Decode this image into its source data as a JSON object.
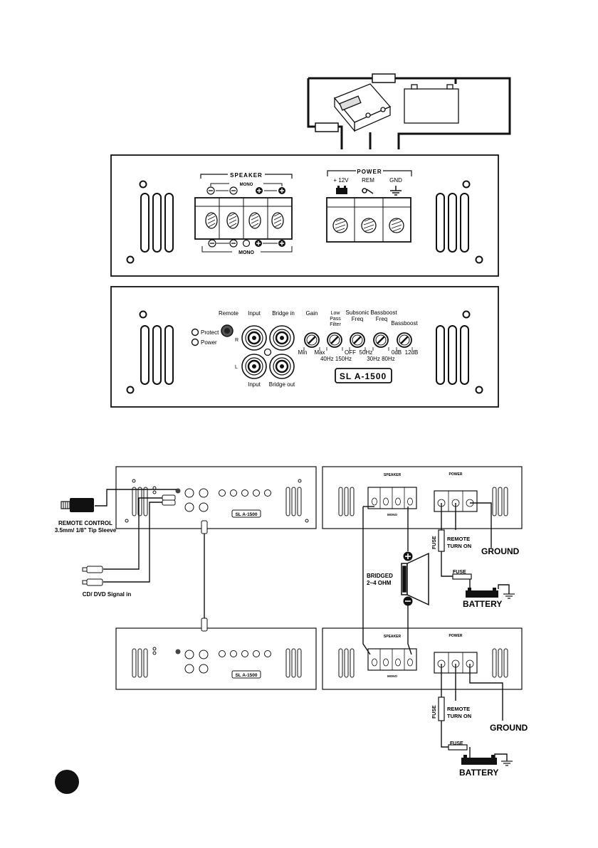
{
  "top_panel": {
    "speaker_title": "SPEAKER",
    "mono_top": "MONO",
    "mono_bottom": "MONO",
    "power_title": "POWER",
    "plus12": "+ 12V",
    "rem": "REM",
    "gnd": "GND"
  },
  "front_panel": {
    "protect": "Protect",
    "power": "Power",
    "remote": "Remote",
    "input_top": "Input",
    "bridge_in": "Bridge in",
    "r_label": "R",
    "l_label": "L",
    "input_bottom": "Input",
    "bridge_out": "Bridge out",
    "gain": "Gain",
    "gain_min": "Min",
    "gain_max": "Max",
    "lpf_line1": "Low",
    "lpf_line2": "Pass",
    "lpf_line3": "Filter",
    "lpf_range": "40Hz 150Hz",
    "subsonic_line1": "Subsonic",
    "subsonic_line2": "Freq",
    "subsonic_off": "OFF",
    "subsonic_50": "50Hz",
    "bassfreq_line1": "Bassboost",
    "bassfreq_line2": "Freq",
    "bassfreq_range": "30Hz 80Hz",
    "bassboost": "Bassboost",
    "bassboost_0": "0dB",
    "bassboost_12": "12dB",
    "model": "SL A-1500"
  },
  "wiring": {
    "remote_control_line1": "REMOTE CONTROL",
    "remote_control_line2": "3.5mm/ 1/8\" Tip Sleeve",
    "cd_dvd": "CD/ DVD Signal in",
    "bridged_line1": "BRIDGED",
    "bridged_line2": "2~4 OHM",
    "fuse_v1": "FUSE",
    "remote_turn_on1_line1": "REMOTE",
    "remote_turn_on1_line2": "TURN ON",
    "ground1": "GROUND",
    "fuse_h1": "FUSE",
    "battery1": "BATTERY",
    "fuse_v2": "FUSE",
    "remote_turn_on2_line1": "REMOTE",
    "remote_turn_on2_line2": "TURN ON",
    "ground2": "GROUND",
    "fuse_h2": "FUSE",
    "battery2": "BATTERY",
    "mini_model1": "SL A-1500",
    "mini_model2": "SL A-1500",
    "mini_speaker1": "SPEAKER",
    "mini_power1": "POWER",
    "mini_speaker2": "SPEAKER",
    "mini_power2": "POWER",
    "mini_mono1": "MONO",
    "mini_mono2": "MONO"
  }
}
